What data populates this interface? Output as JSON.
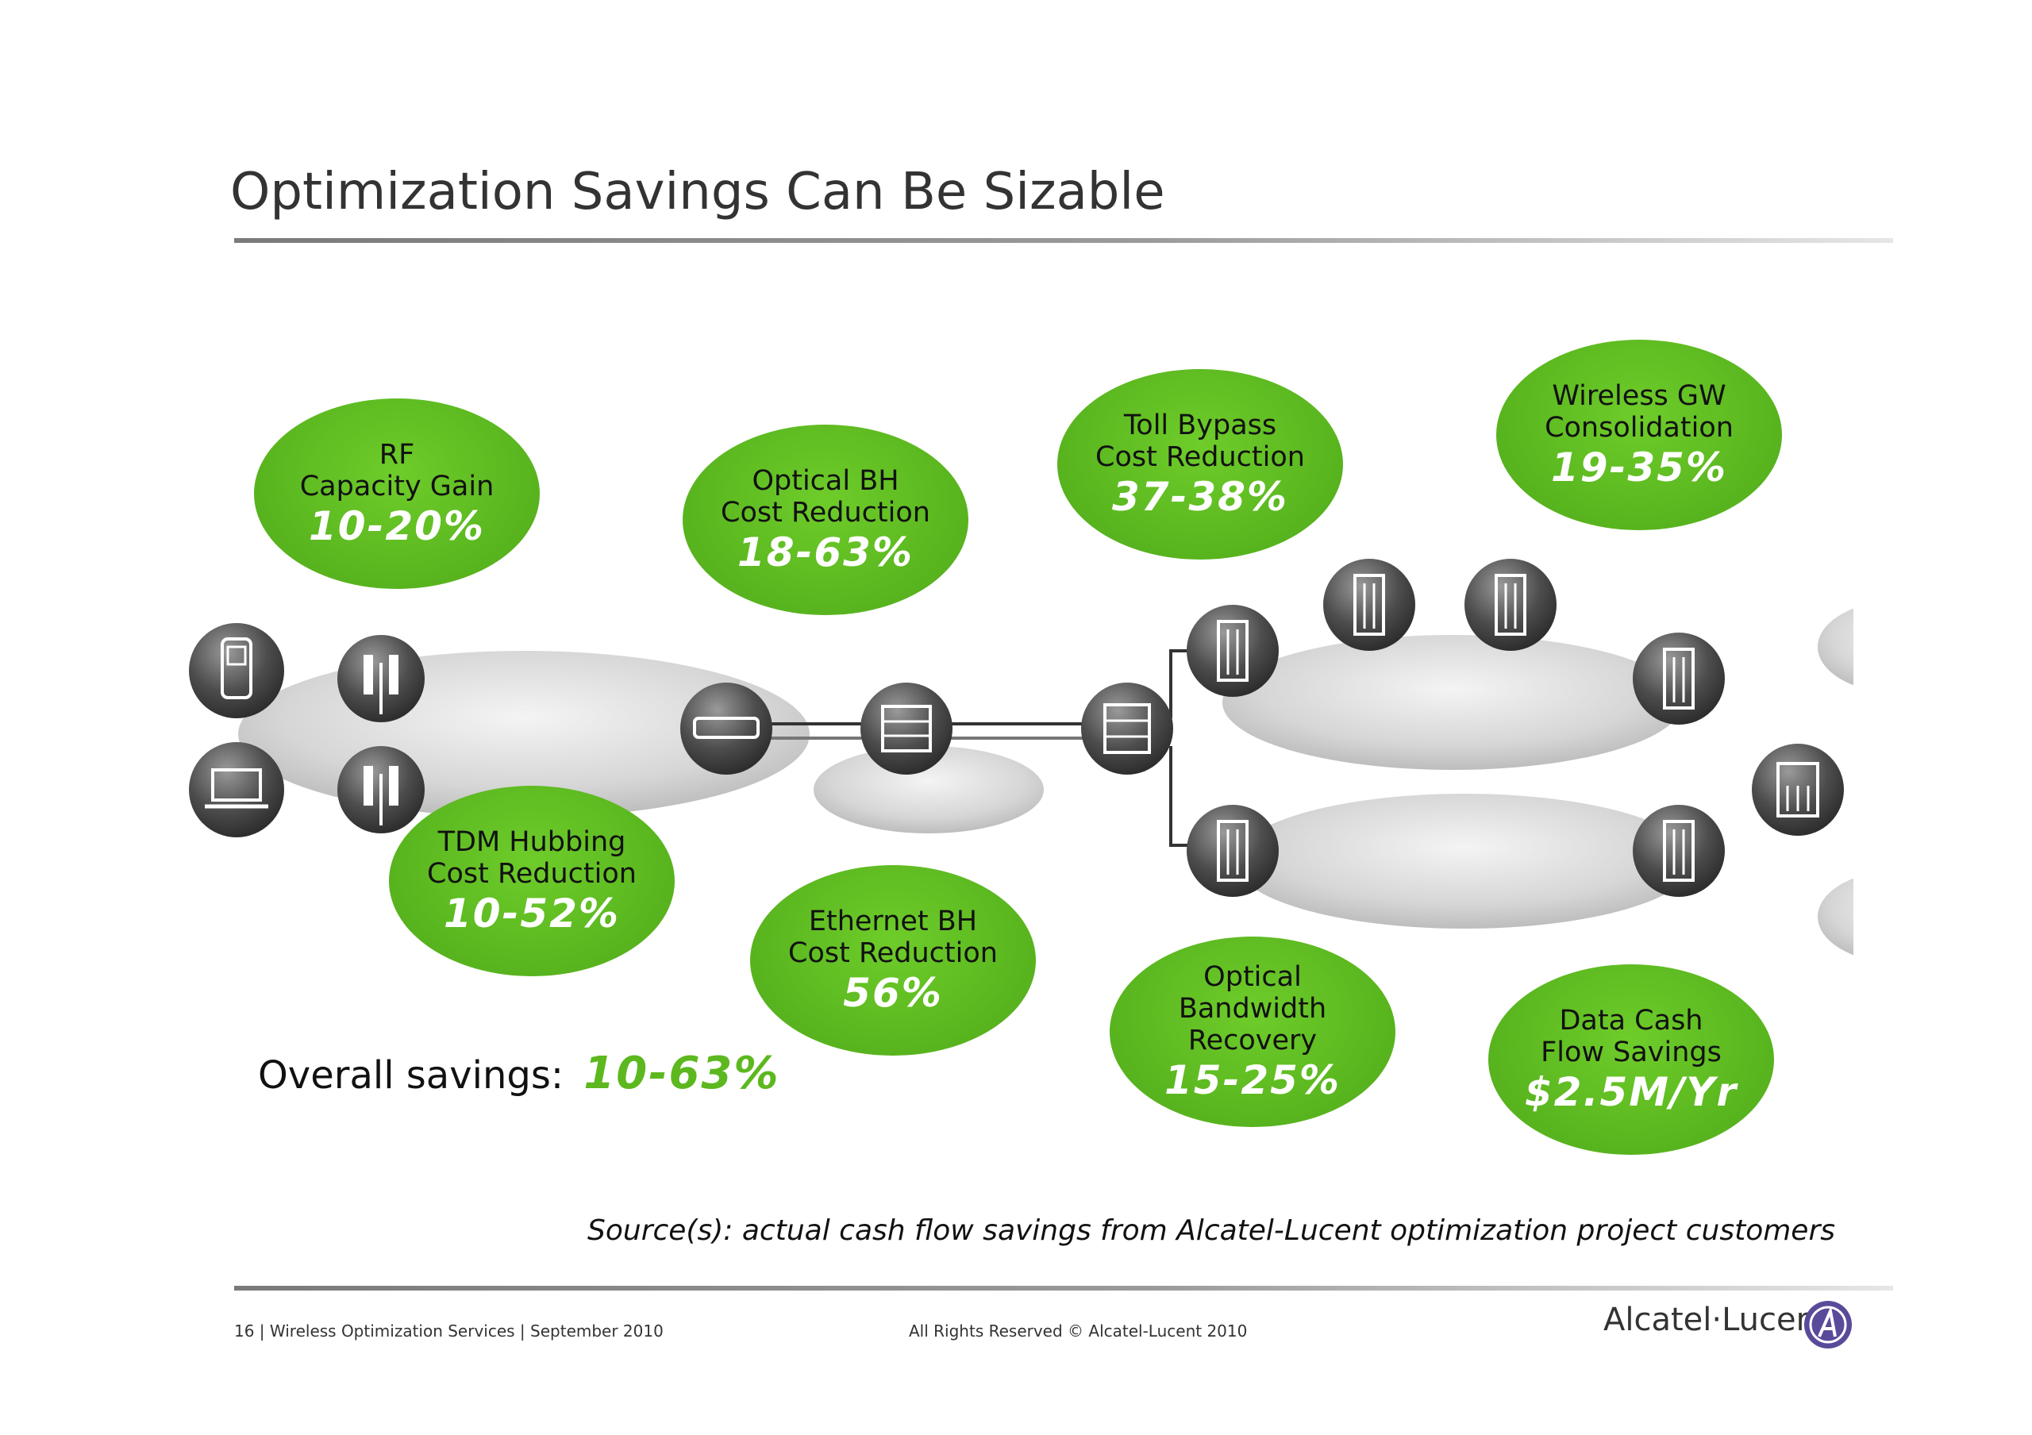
{
  "header": {
    "title": "Optimization Savings Can Be Sizable"
  },
  "bubbles": [
    {
      "label": "RF\nCapacity Gain",
      "value": "10-20%"
    },
    {
      "label": "Optical BH\nCost Reduction",
      "value": "18-63%"
    },
    {
      "label": "Toll Bypass\nCost Reduction",
      "value": "37-38%"
    },
    {
      "label": "Wireless GW\nConsolidation",
      "value": "19-35%"
    },
    {
      "label": "TDM Hubbing\nCost Reduction",
      "value": "10-52%"
    },
    {
      "label": "Ethernet BH\nCost Reduction",
      "value": "56%"
    },
    {
      "label": "Optical\nBandwidth\nRecovery",
      "value": "15-25%"
    },
    {
      "label": "Data Cash\nFlow Savings",
      "value": "$2.5M/Yr"
    }
  ],
  "overall": {
    "label": "Overall savings:",
    "value": "10-63%"
  },
  "source": "Source(s): actual cash flow savings from Alcatel-Lucent optimization project customers",
  "footer": {
    "left": "16 | Wireless Optimization Services | September 2010",
    "center": "All Rights Reserved © Alcatel-Lucent 2010",
    "brand": "Alcatel·Lucent"
  },
  "icons": [
    "mobile-phone-icon",
    "laptop-icon",
    "cell-tower-icon",
    "cell-tower-icon",
    "router-icon",
    "switch-icon",
    "switch-icon",
    "server-icon"
  ],
  "colors": {
    "accent_green": "#5cb81e",
    "bubble_green": "#58b41e",
    "node_gray": "#555555"
  }
}
